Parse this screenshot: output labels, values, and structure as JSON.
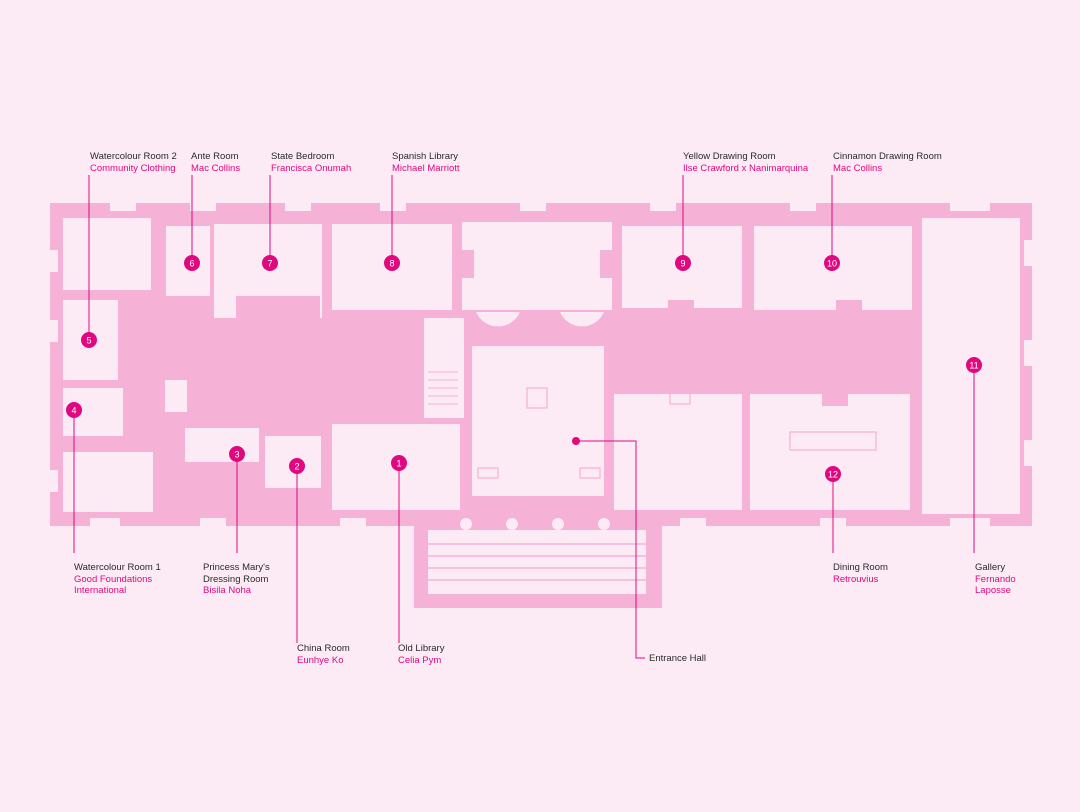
{
  "colors": {
    "background": "#fcebf4",
    "plan_fill": "#f5b1d6",
    "accent": "#e0087f",
    "text": "#2a2a2a"
  },
  "rooms": [
    {
      "num": "1",
      "room": "Old Library",
      "designer": [
        "Celia Pym"
      ]
    },
    {
      "num": "2",
      "room": "China Room",
      "designer": [
        "Eunhye Ko"
      ]
    },
    {
      "num": "3",
      "room": [
        "Princess Mary's",
        "Dressing Room"
      ],
      "designer": [
        "Bisila Noha"
      ]
    },
    {
      "num": "4",
      "room": "Watercolour Room 1",
      "designer": [
        "Good Foundations",
        "International"
      ]
    },
    {
      "num": "5",
      "room": "Watercolour Room 2",
      "designer": [
        "Community Clothing"
      ]
    },
    {
      "num": "6",
      "room": "Ante Room",
      "designer": [
        "Mac Collins"
      ]
    },
    {
      "num": "7",
      "room": "State Bedroom",
      "designer": [
        "Francisca Onumah"
      ]
    },
    {
      "num": "8",
      "room": "Spanish Library",
      "designer": [
        "Michael Marriott"
      ]
    },
    {
      "num": "9",
      "room": "Yellow Drawing Room",
      "designer": [
        "Ilse Crawford x Nanimarquina"
      ]
    },
    {
      "num": "10",
      "room": "Cinnamon Drawing Room",
      "designer": [
        "Mac Collins"
      ]
    },
    {
      "num": "11",
      "room": "Gallery",
      "designer": [
        "Fernando",
        "Laposse"
      ]
    },
    {
      "num": "12",
      "room": "Dining Room",
      "designer": [
        "Retrouvius"
      ]
    }
  ],
  "entrance_hall": {
    "room": "Entrance Hall"
  }
}
